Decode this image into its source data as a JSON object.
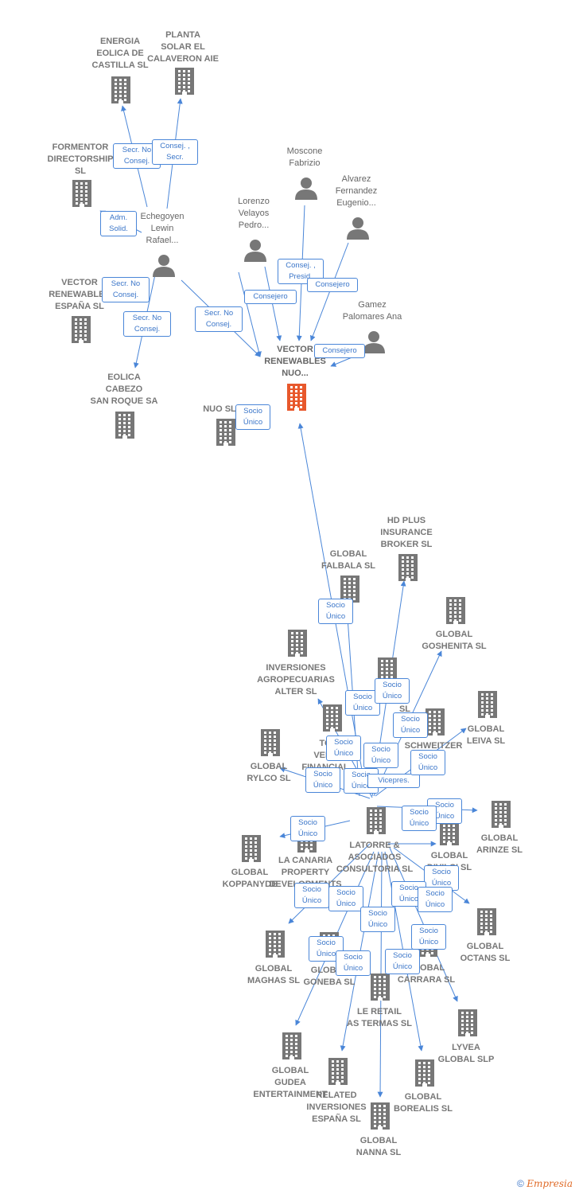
{
  "footer": {
    "copyright": "©",
    "brand": "Empresia"
  },
  "colors": {
    "edge": "#4a86d8",
    "building": "#777777",
    "center": "#e8582c",
    "person": "#777777"
  },
  "nodes": [
    {
      "id": "energia",
      "label": "ENERGIA\nEOLICA DE\nCASTILLA SL",
      "kind": "company"
    },
    {
      "id": "planta",
      "label": "PLANTA\nSOLAR EL\nCALAVERON AIE",
      "kind": "company"
    },
    {
      "id": "formentor",
      "label": "FORMENTOR\nDIRECTORSHIP\nSL",
      "kind": "company"
    },
    {
      "id": "echegoyen",
      "label": "Echegoyen\nLewin\nRafael...",
      "kind": "person"
    },
    {
      "id": "moscone",
      "label": "Moscone\nFabrizio",
      "kind": "person"
    },
    {
      "id": "alvarez",
      "label": "Alvarez\nFernandez\nEugenio...",
      "kind": "person"
    },
    {
      "id": "lorenzo",
      "label": "Lorenzo\nVelayos\nPedro...",
      "kind": "person"
    },
    {
      "id": "gamez",
      "label": "Gamez\nPalomares Ana",
      "kind": "person"
    },
    {
      "id": "vector_esp",
      "label": "VECTOR\nRENEWABLES\nESPAÑA  SL",
      "kind": "company"
    },
    {
      "id": "vector_nuo",
      "label": "VECTOR\nRENEWABLES\nNUO...",
      "kind": "center"
    },
    {
      "id": "eolica",
      "label": "EOLICA\nCABEZO\nSAN ROQUE SA",
      "kind": "company"
    },
    {
      "id": "nuo_sl",
      "label": "NUO SL",
      "kind": "company"
    },
    {
      "id": "hdplus",
      "label": "HD PLUS\nINSURANCE\nBROKER  SL",
      "kind": "company"
    },
    {
      "id": "falbala",
      "label": "GLOBAL\nFALBALA  SL",
      "kind": "company"
    },
    {
      "id": "goshenita",
      "label": "GLOBAL\nGOSHENITA SL",
      "kind": "company"
    },
    {
      "id": "inversiones_agro",
      "label": "INVERSIONES\nAGROPECUARIAS\nALTER  SL",
      "kind": "company"
    },
    {
      "id": "mid_a",
      "label": "SL",
      "kind": "company"
    },
    {
      "id": "schweitzer",
      "label": "SCHWEITZER\nIT\nSL",
      "kind": "company"
    },
    {
      "id": "leiva",
      "label": "GLOBAL\nLEIVA  SL",
      "kind": "company"
    },
    {
      "id": "tov",
      "label": "TO\nVENT\nFINANCIAL",
      "kind": "company"
    },
    {
      "id": "rylco",
      "label": "GLOBAL\nRYLCO  SL",
      "kind": "company"
    },
    {
      "id": "latorre",
      "label": "LATORRE &\nASOCIADOS\nCONSULTORIA  SL",
      "kind": "company"
    },
    {
      "id": "arinze",
      "label": "GLOBAL\nARINZE  SL",
      "kind": "company"
    },
    {
      "id": "global_r",
      "label": "GLOBAL\nDIVILCI  SL",
      "kind": "company"
    },
    {
      "id": "koppanyde",
      "label": "GLOBAL\nKOPPANYDE",
      "kind": "company"
    },
    {
      "id": "lacanaria",
      "label": "LA CANARIA\nPROPERTY\nDEVELOPMENTS",
      "kind": "company"
    },
    {
      "id": "octans",
      "label": "GLOBAL\nOCTANS  SL",
      "kind": "company"
    },
    {
      "id": "maghas",
      "label": "GLOBAL\nMAGHAS  SL",
      "kind": "company"
    },
    {
      "id": "goneba",
      "label": "GLOBAL\nGONEBA  SL",
      "kind": "company"
    },
    {
      "id": "carrara",
      "label": "GLOBAL\nCARRARA  SL",
      "kind": "company"
    },
    {
      "id": "leretail",
      "label": "LE RETAIL\nAS TERMAS  SL",
      "kind": "company"
    },
    {
      "id": "lyvea",
      "label": "LYVEA\nGLOBAL  SLP",
      "kind": "company"
    },
    {
      "id": "gudea",
      "label": "GLOBAL\nGUDEA\nENTERTAINMENT",
      "kind": "company"
    },
    {
      "id": "related",
      "label": "RELATED\nINVERSIONES\nESPAÑA  SL",
      "kind": "company"
    },
    {
      "id": "borealis",
      "label": "GLOBAL\nBOREALIS  SL",
      "kind": "company"
    },
    {
      "id": "nanna",
      "label": "GLOBAL\nNANNA  SL",
      "kind": "company"
    }
  ],
  "relations": [
    {
      "text": "Secr.  No\nConsej."
    },
    {
      "text": "Consej. ,\nSecr."
    },
    {
      "text": "Adm.\nSolid."
    },
    {
      "text": "Secr.  No\nConsej."
    },
    {
      "text": "Secr.  No\nConsej."
    },
    {
      "text": "Secr.  No\nConsej."
    },
    {
      "text": "Consej. ,\nPresid."
    },
    {
      "text": "Consejero"
    },
    {
      "text": "Consejero"
    },
    {
      "text": "Consejero"
    },
    {
      "text": "Socio\nÚnico"
    },
    {
      "text": "Socio\nÚnico"
    },
    {
      "text": "Socio\nÚnico"
    },
    {
      "text": "Socio\nÚnico"
    },
    {
      "text": "Socio\nÚnico"
    },
    {
      "text": "Socio\nÚnico"
    },
    {
      "text": "Socio\nÚnico"
    },
    {
      "text": "Socio\nÚnico"
    },
    {
      "text": "Socio\nÚnico"
    },
    {
      "text": "Vicepres."
    },
    {
      "text": "Socio\nÚnico"
    },
    {
      "text": "Socio\nÚnico"
    },
    {
      "text": "Socio\nÚnico"
    },
    {
      "text": "Socio\nÚnico"
    },
    {
      "text": "Socio\nÚnico"
    },
    {
      "text": "Socio\nÚnico"
    },
    {
      "text": "Socio\nÚnico"
    },
    {
      "text": "Socio\nÚnico"
    },
    {
      "text": "Socio\nÚnico"
    },
    {
      "text": "Socio\nÚnico"
    },
    {
      "text": "Socio\nÚnico"
    },
    {
      "text": "Socio\nÚnico"
    },
    {
      "text": "Socio\nÚnico"
    },
    {
      "text": "Socio\nÚnico"
    }
  ]
}
